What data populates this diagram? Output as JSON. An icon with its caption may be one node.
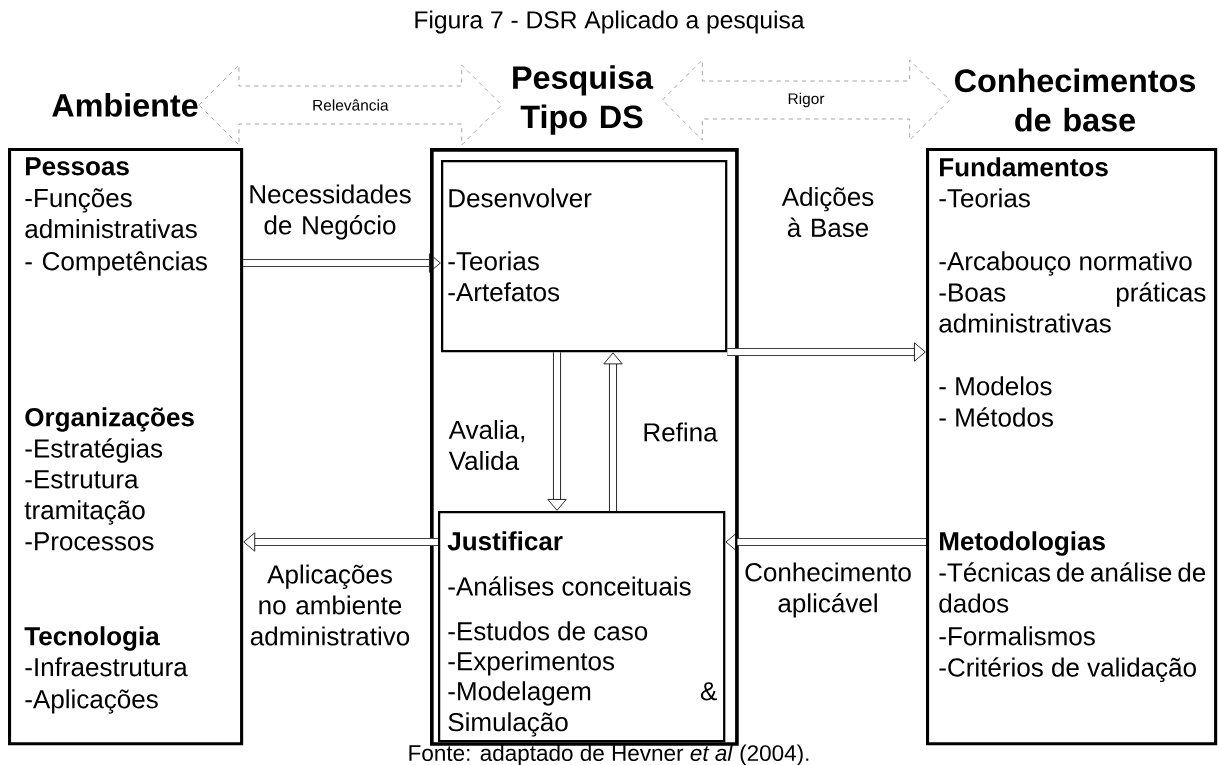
{
  "diagram": {
    "title": "Figura 7 - DSR Aplicado a pesquisa",
    "caption": "Fonte: adaptado de Hevner *et al* (2004).",
    "nodes": [
      {
        "text": [
          "Ambiente",
          "Pessoas",
          "-Funções administrativas",
          "- Competências",
          "Organizações",
          "-Estratégias",
          "-Estrutura tramitação",
          "-Processos",
          "Tecnologia",
          "-Infraestrutura",
          "-Aplicações"
        ]
      },
      {
        "text": [
          "Pesquisa Tipo DS"
        ]
      },
      {
        "text": [
          "Desenvolver",
          "-Teorias",
          "-Artefatos"
        ],
        "in": 1
      },
      {
        "text": [
          "Justificar",
          "-Análises conceituais",
          "-Estudos de caso",
          "-Experimentos",
          "-Modelagem & Simulação"
        ],
        "in": 1
      },
      {
        "text": [
          "Conhecimentos de base",
          "Fundamentos",
          "-Teorias",
          "-Arcabouço normativo",
          "-Boas práticas administrativas",
          "- Modelos",
          "- Métodos",
          "Metodologias",
          "-Técnicas de análise de dados",
          "-Formalismos",
          "-Critérios de validação"
        ]
      }
    ],
    "edges": [
      {
        "from": 0,
        "to": 1,
        "arrow": "both",
        "label": "Relevância",
        "style": "dashed",
        "color": "#808080"
      },
      {
        "from": 1,
        "to": 4,
        "arrow": "both",
        "label": "Rigor",
        "style": "dashed",
        "color": "#808080"
      },
      {
        "from": 0,
        "to": 2,
        "arrow": "to",
        "label": "Necessidades de Negócio"
      },
      {
        "from": 2,
        "to": 3,
        "arrow": "to",
        "label": "Avalia, Valida"
      },
      {
        "from": 3,
        "to": 2,
        "arrow": "to",
        "label": "Refina"
      },
      {
        "from": 2,
        "to": 4,
        "arrow": "to",
        "label": "Adições à Base"
      },
      {
        "from": 4,
        "to": 3,
        "arrow": "to",
        "label": "Conhecimento aplicável"
      },
      {
        "from": 3,
        "to": 0,
        "arrow": "to",
        "label": "Aplicações no ambiente administrativo"
      }
    ]
  }
}
